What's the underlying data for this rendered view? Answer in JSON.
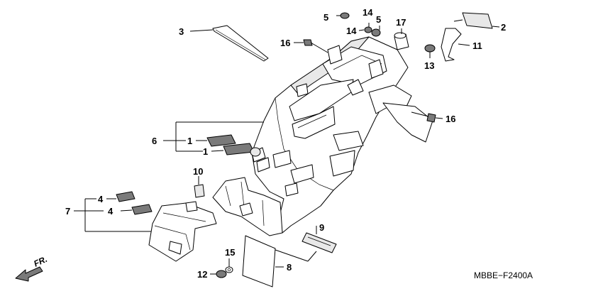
{
  "diagram": {
    "code": "MBBE−F2400A",
    "direction_label": "FR.",
    "callouts": {
      "c1a": "1",
      "c1b": "1",
      "c2": "2",
      "c3": "3",
      "c4a": "4",
      "c4b": "4",
      "c5a": "5",
      "c5b": "5",
      "c6": "6",
      "c7": "7",
      "c8": "8",
      "c9": "9",
      "c10": "10",
      "c11": "11",
      "c12": "12",
      "c13": "13",
      "c14a": "14",
      "c14b": "14",
      "c15": "15",
      "c16a": "16",
      "c16b": "16",
      "c17": "17"
    }
  }
}
